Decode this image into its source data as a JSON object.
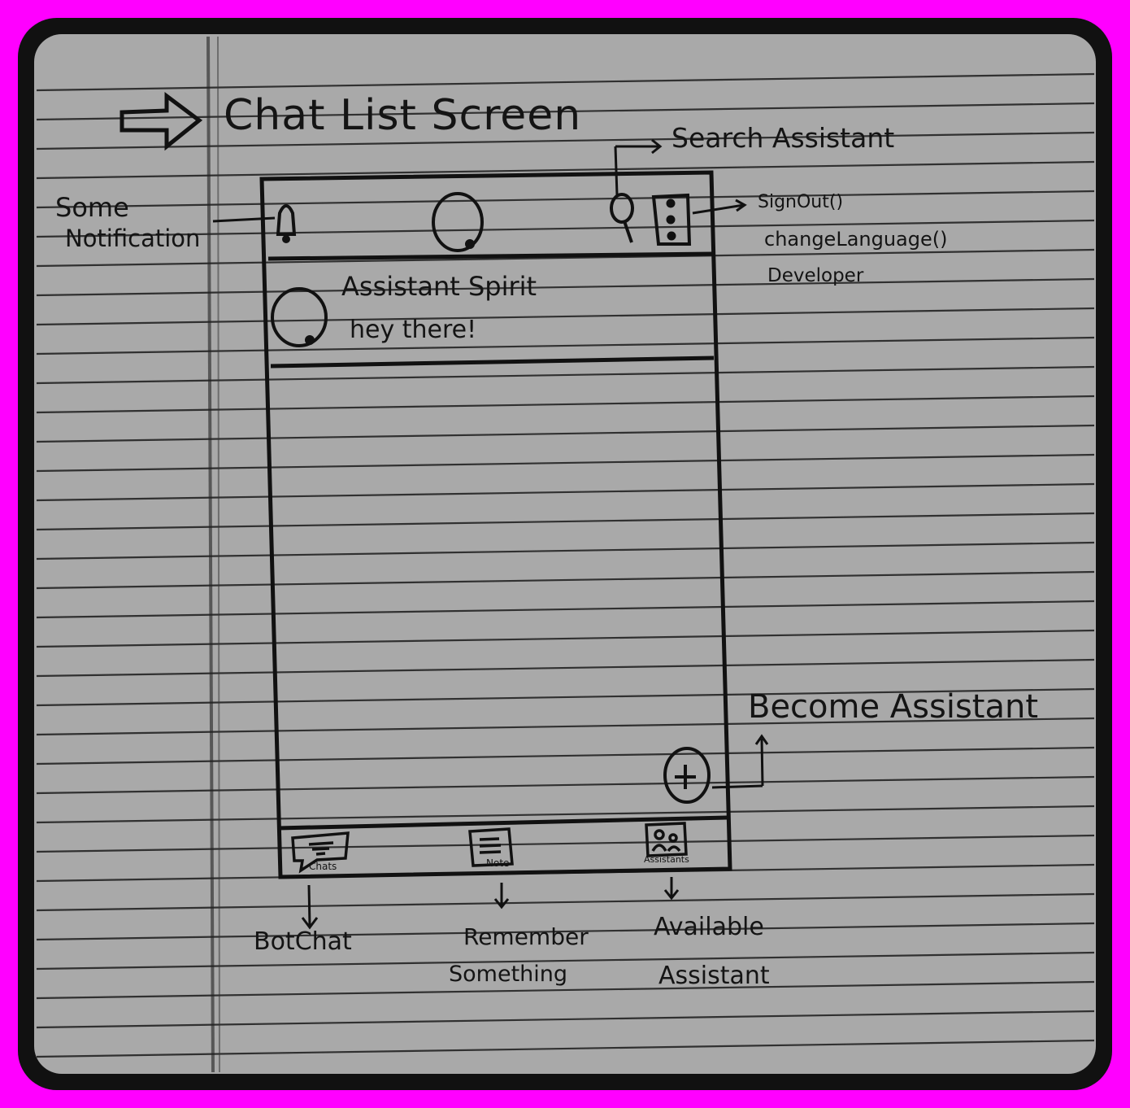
{
  "title": "Chat List Screen",
  "annotations": {
    "search": "Search Assistant",
    "notification_line1": "Some",
    "notification_line2": "Notification",
    "menu_items": [
      "SignOut()",
      "changeLanguage()",
      "Developer"
    ],
    "fab": "Become Assistant"
  },
  "chat_item": {
    "name": "Assistant Spirit",
    "message": "hey there!"
  },
  "bottom_nav": {
    "tabs": [
      {
        "label": "Chats",
        "icon": "chat-icon"
      },
      {
        "label": "Note",
        "icon": "note-icon"
      },
      {
        "label": "Assistants",
        "icon": "contacts-icon"
      }
    ]
  },
  "bottom_annotations": {
    "chats": "BotChat",
    "note_line1": "Remember",
    "note_line2": "Something",
    "assistants_line1": "Available",
    "assistants_line2": "Assistant"
  },
  "colors": {
    "paper": "#a9a9a9",
    "ink": "#141414",
    "border": "#ff00ff"
  }
}
